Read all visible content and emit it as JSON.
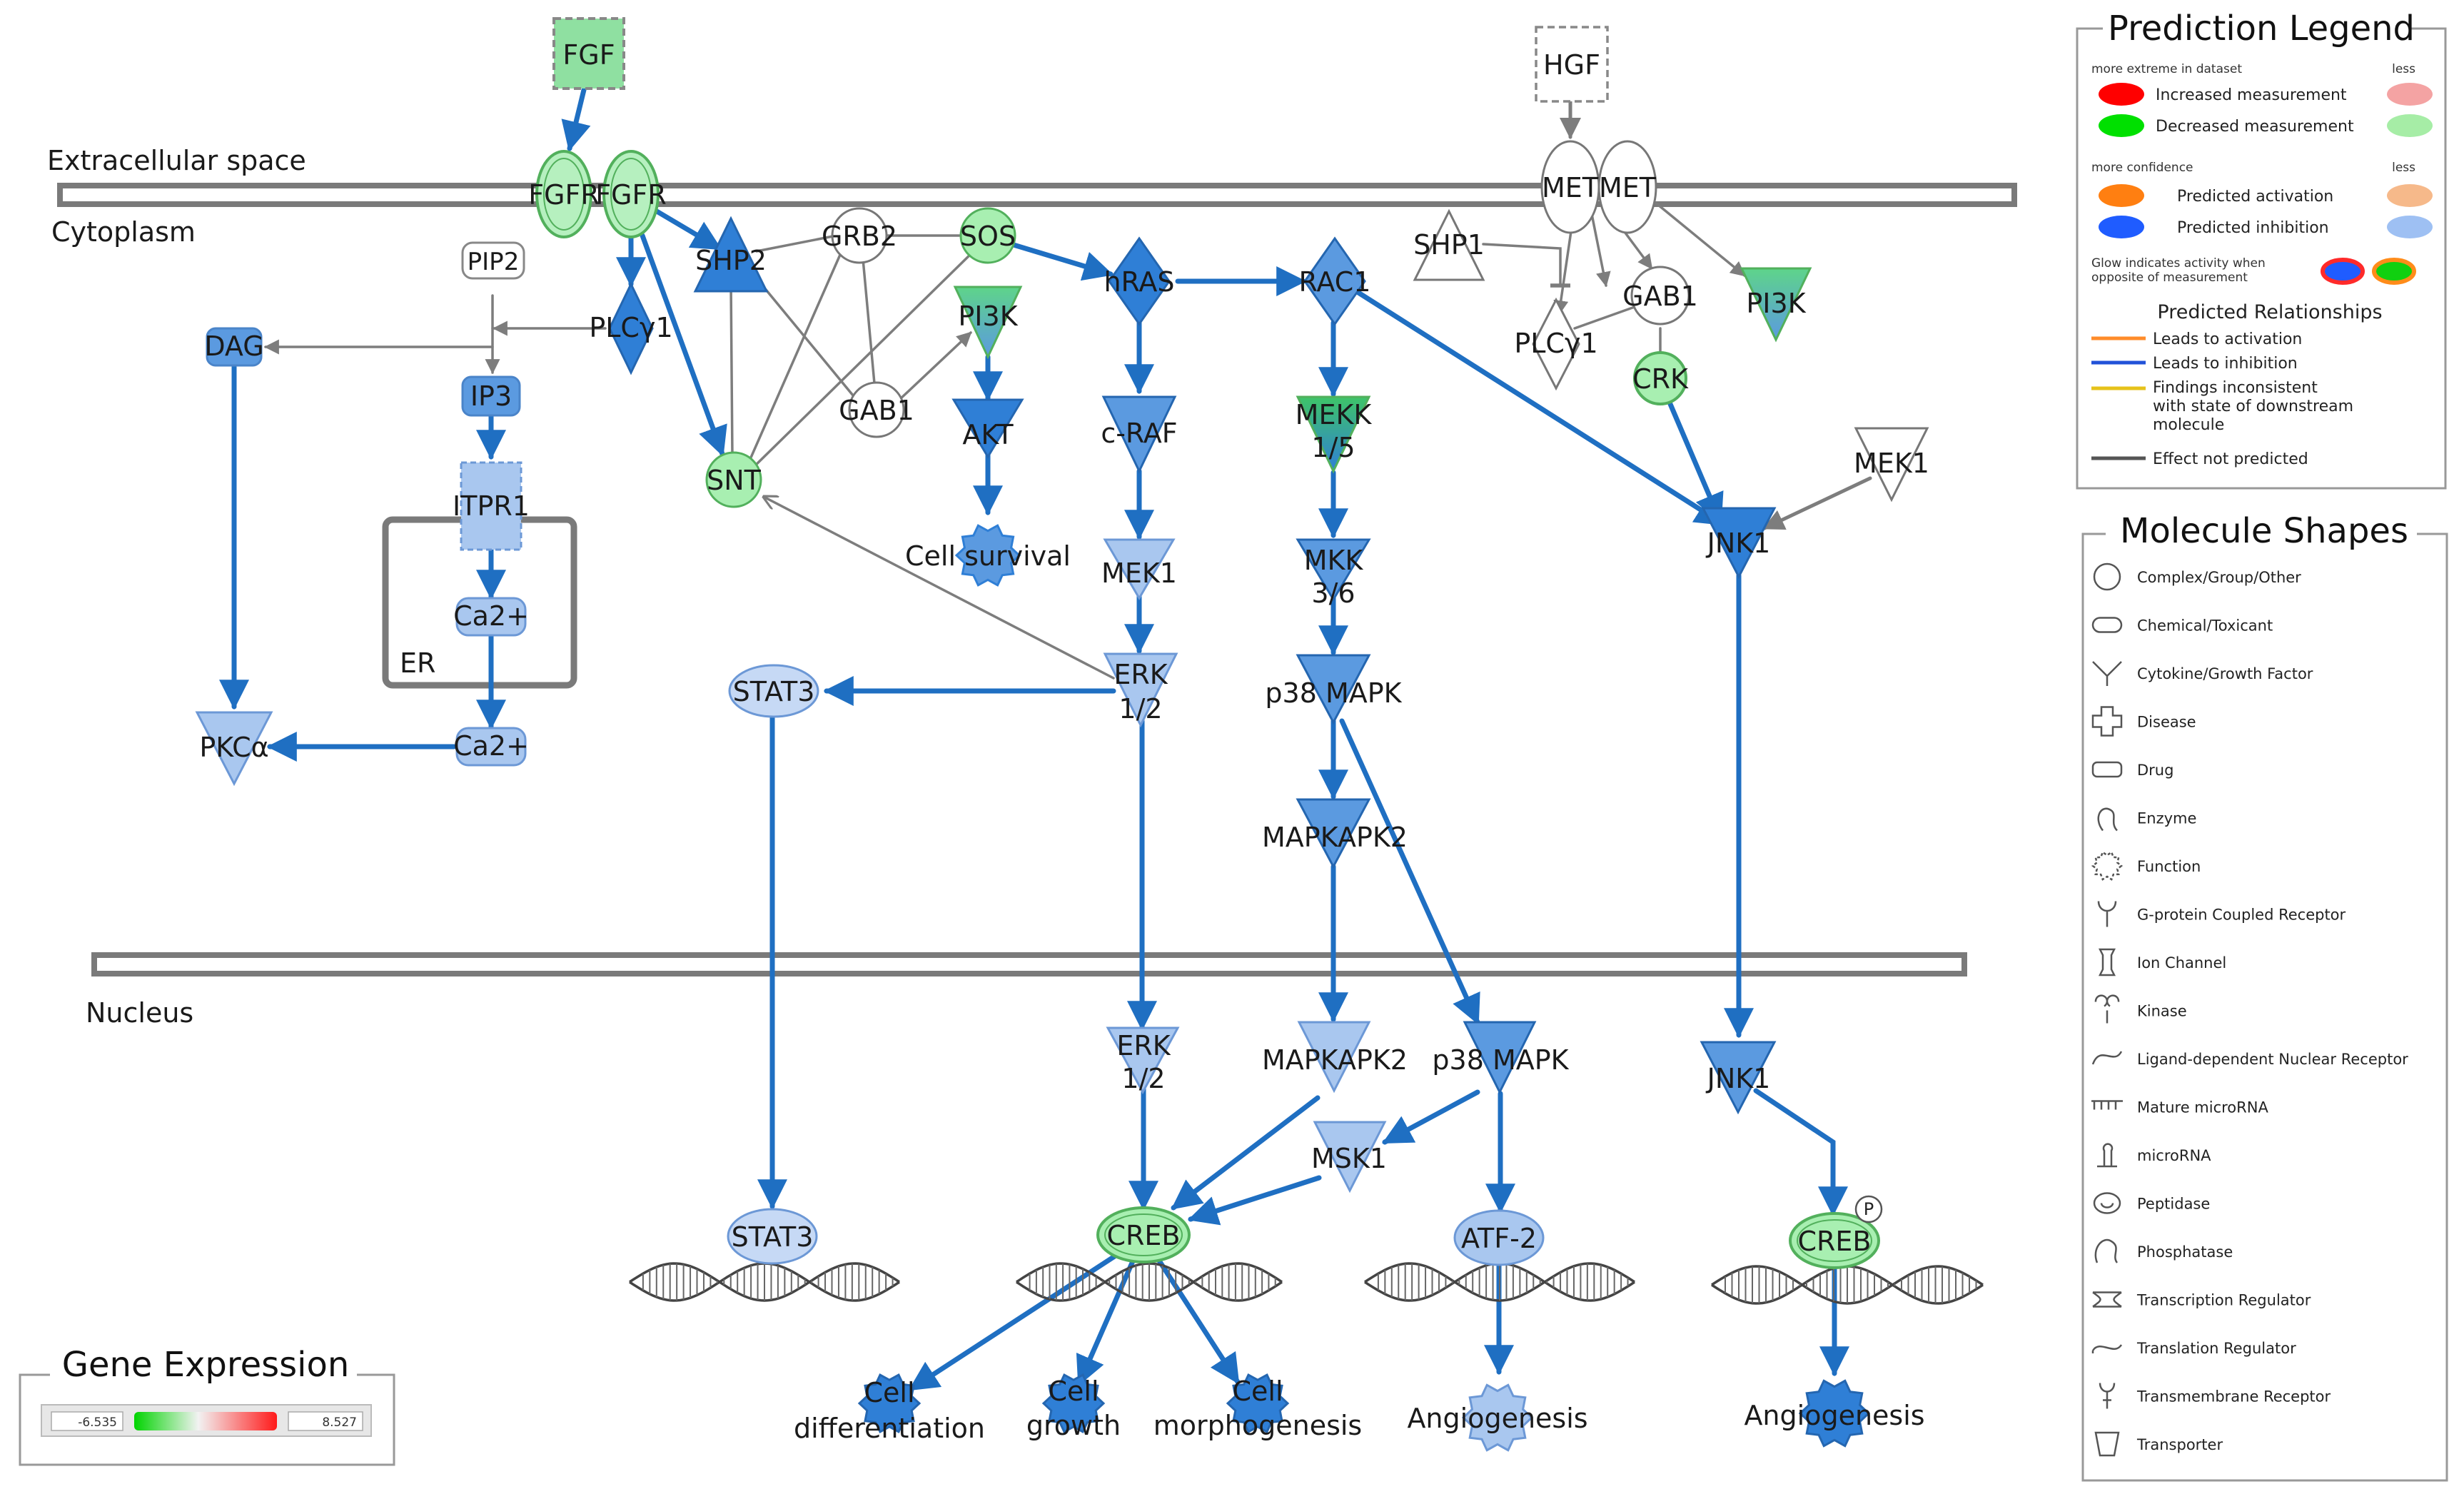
{
  "regions": {
    "extracellular": "Extracellular space",
    "cytoplasm": "Cytoplasm",
    "nucleus": "Nucleus",
    "er": "ER"
  },
  "nodes": {
    "fgf": "FGF",
    "fgfr_a": "FGFR",
    "fgfr_b": "FGFR",
    "hgf": "HGF",
    "met_a": "MET",
    "met_b": "MET",
    "pip2": "PIP2",
    "dag": "DAG",
    "plcy1": "PLCγ1",
    "shp2": "SHP2",
    "grb2": "GRB2",
    "sos": "SOS",
    "pi3k": "PI3K",
    "gab1": "GAB1",
    "snt": "SNT",
    "akt": "AKT",
    "cell_survival": "Cell survival",
    "ip3": "IP3",
    "itpr1": "ITPR1",
    "ca2_er": "Ca2+",
    "ca2_cyto": "Ca2+",
    "pkca": "PKCα",
    "hras": "hRAS",
    "craf": "c-RAF",
    "mek1": "MEK1",
    "erk12": "ERK 1/2",
    "stat3": "STAT3",
    "rac1": "RAC1",
    "mekk15": "MEKK 1/5",
    "mkk36": "MKK 3/6",
    "p38mapk": "p38 MAPK",
    "mapkapk2": "MAPKAPK2",
    "shp1": "SHP1",
    "plcy1_met": "PLCγ1",
    "gab1_met": "GAB1",
    "pi3k_met": "PI3K",
    "crk": "CRK",
    "mek1_met": "MEK1",
    "jnk1": "JNK1",
    "erk12_n": "ERK 1/2",
    "mapkapk2_n": "MAPKAPK2",
    "p38mapk_n": "p38 MAPK",
    "msk1": "MSK1",
    "stat3_n": "STAT3",
    "creb": "CREB",
    "atf2": "ATF-2",
    "jnk1_n": "JNK1",
    "creb_p": "CREB",
    "phospho": "P",
    "cell_diff": "Cell differentiation",
    "cell_growth": "Cell growth",
    "cell_morph": "Cell morphogenesis",
    "angio1": "Angiogenesis",
    "angio2": "Angiogenesis"
  },
  "gene_expression": {
    "title": "Gene Expression",
    "min": "-6.535",
    "max": "8.527"
  },
  "prediction_legend": {
    "title": "Prediction Legend",
    "more_extreme": "more extreme in dataset",
    "less1": "less",
    "increased": "Increased measurement",
    "decreased": "Decreased measurement",
    "more_confidence": "more confidence",
    "less2": "less",
    "pred_activation": "Predicted activation",
    "pred_inhibition": "Predicted inhibition",
    "glow": "Glow indicates activity when opposite of measurement",
    "relationships_title": "Predicted Relationships",
    "rel_activation": "Leads to activation",
    "rel_inhibition": "Leads to inhibition",
    "rel_inconsistent": "Findings inconsistent with state of downstream molecule",
    "rel_not_predicted": "Effect not predicted",
    "colors": {
      "increased_strong": "#ff0000",
      "increased_weak": "#f4a3a3",
      "decreased_strong": "#00e000",
      "decreased_weak": "#a6eda6",
      "activation_strong": "#ff7f11",
      "activation_weak": "#f6b98a",
      "inhibition_strong": "#1f5cff",
      "inhibition_weak": "#9ec0f3",
      "activation_line": "#ff8c2a",
      "inhibition_line": "#2252d8",
      "inconsistent_line": "#e6c21a",
      "not_predicted_line": "#555555"
    }
  },
  "molecule_shapes": {
    "title": "Molecule Shapes",
    "items": [
      "Complex/Group/Other",
      "Chemical/Toxicant",
      "Cytokine/Growth Factor",
      "Disease",
      "Drug",
      "Enzyme",
      "Function",
      "G-protein Coupled Receptor",
      "Ion Channel",
      "Kinase",
      "Ligand-dependent Nuclear Receptor",
      "Mature microRNA",
      "microRNA",
      "Peptidase",
      "Phosphatase",
      "Transcription Regulator",
      "Translation Regulator",
      "Transmembrane Receptor",
      "Transporter"
    ]
  },
  "colors": {
    "blue_dark": "#2f7fd6",
    "blue_mid": "#5b9ae0",
    "blue_light": "#a9c7ef",
    "green_node": "#a8efb1",
    "green_border": "#52b05c",
    "membrane": "#7a7a7a",
    "edge_blue": "#1f6fc2",
    "edge_gray": "#7d7d7d"
  }
}
